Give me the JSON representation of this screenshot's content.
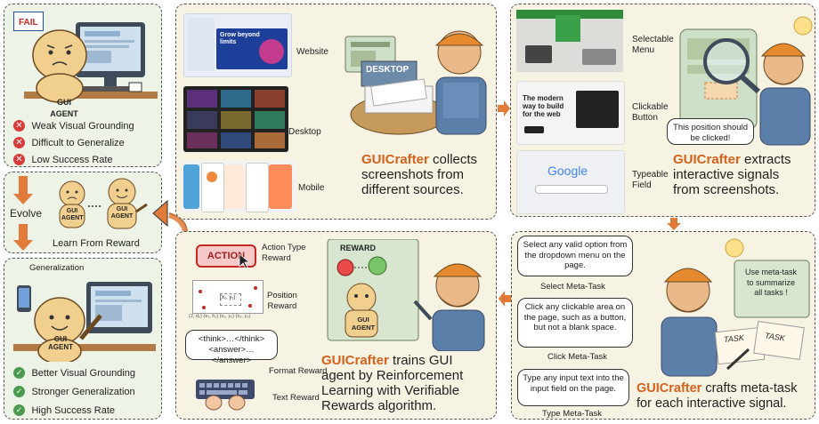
{
  "fail_panel": {
    "badge": "FAIL",
    "monitor_label": "GUI AGENT",
    "issues": [
      "Weak Visual Grounding",
      "Difficult to Generalize",
      "Low Success Rate"
    ],
    "icon": "red-x-icon"
  },
  "evolve_panel": {
    "evolve_label": "Evolve",
    "learn_label": "Learn From Reward",
    "agent_labels": [
      "GUI AGENT",
      "GUI AGENT"
    ]
  },
  "success_panel": {
    "generalization_label": "Generalization",
    "agent_label": "GUI AGENT",
    "gains": [
      "Better Visual Grounding",
      "Stronger Generalization",
      "High Success Rate"
    ],
    "icon": "green-check-icon"
  },
  "collect_panel": {
    "sources": [
      "Website",
      "Desktop",
      "Mobile"
    ],
    "desktop_sign": "DESKTOP",
    "thumb_text": "Grow beyond limits",
    "desc_brand": "GUICrafter",
    "desc_rest_1": " collects",
    "desc_line2": "screenshots from",
    "desc_line3": "different sources."
  },
  "extract_panel": {
    "labels": [
      [
        "Selectable",
        "Menu"
      ],
      [
        "Clickable",
        "Button"
      ],
      [
        "Typeable",
        "Field"
      ]
    ],
    "button_thumb_text": "The modern way to build for the web",
    "google_text": "Google",
    "bubble": "This position should be clicked!",
    "desc_brand": "GUICrafter",
    "desc_rest_1": " extracts",
    "desc_line2": "interactive signals",
    "desc_line3": "from screenshots."
  },
  "meta_panel": {
    "tasks": [
      {
        "text": "Select any valid option from the dropdown menu on the page.",
        "label": "Select Meta-Task"
      },
      {
        "text": "Click any clickable area on the page, such as a button, but not a blank space.",
        "label": "Click Meta-Task"
      },
      {
        "text": "Type any input text into the input field on the page.",
        "label": "Type Meta-Task"
      }
    ],
    "bubble": "Use meta-task to summarize all tasks !",
    "paper_label": "TASK",
    "desc_brand": "GUICrafter",
    "desc_rest_1": " crafts meta-task",
    "desc_line2": "for each interactive signal."
  },
  "train_panel": {
    "action_button": "ACTION",
    "rewards": [
      [
        "Action Type",
        "Reward"
      ],
      [
        "Position",
        "Reward"
      ],
      [
        "Format Reward"
      ],
      [
        "Text Reward"
      ]
    ],
    "format_lines": [
      "<think>…</think>",
      "<answer>…</answer>"
    ],
    "plot_label": "(x₁, y₁)",
    "axis_text": "(2, d₂) (e₁,  h₁)  (x₂, y₂)  (x₃, y₃)",
    "reward_sign": "REWARD",
    "robot_label": "GUI AGENT",
    "desc_brand": "GUICrafter",
    "desc_rest_1": " trains GUI",
    "desc_line2": "agent by Reinforcement",
    "desc_line3": "Learning with Verifiable",
    "desc_line4": "Rewards algorithm."
  },
  "colors": {
    "brand": "#d4621c",
    "panel_bg": "#f7f3e3",
    "green_panel_bg": "#eef3e8",
    "arrow": "#e07b3a",
    "fail_red": "#d93a3a",
    "check_green": "#4a9a4e"
  }
}
